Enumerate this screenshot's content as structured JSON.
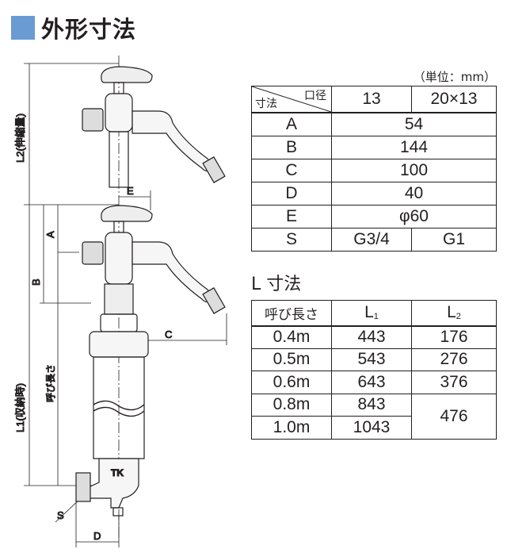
{
  "title": "外形寸法",
  "colors": {
    "title_square": "#6a9bd3"
  },
  "drawing": {
    "labels": {
      "l2": "L2(伸縮量)",
      "l1": "L1(収納時)",
      "a": "A",
      "b": "B",
      "c": "C",
      "d": "D",
      "e": "E",
      "s": "S",
      "nominal_length": "呼び長さ",
      "brand": "TK"
    }
  },
  "dimension_table": {
    "unit": "（単位：mm）",
    "header_corner_top": "口径",
    "header_corner_bottom": "寸法",
    "columns": [
      "13",
      "20×13"
    ],
    "rows": [
      {
        "label": "A",
        "value": "54"
      },
      {
        "label": "B",
        "value": "144"
      },
      {
        "label": "C",
        "value": "100"
      },
      {
        "label": "D",
        "value": "40"
      },
      {
        "label": "E",
        "value": "φ60"
      },
      {
        "label": "S",
        "values": [
          "G3/4",
          "G1"
        ]
      }
    ]
  },
  "l_table": {
    "title": "L 寸法",
    "headers": [
      "呼び長さ",
      "L",
      "1",
      "L",
      "2"
    ],
    "rows": [
      {
        "length": "0.4m",
        "l1": "443",
        "l2": "176"
      },
      {
        "length": "0.5m",
        "l1": "543",
        "l2": "276"
      },
      {
        "length": "0.6m",
        "l1": "643",
        "l2": "376"
      },
      {
        "length": "0.8m",
        "l1": "843",
        "l2": "476"
      },
      {
        "length": "1.0m",
        "l1": "1043"
      }
    ]
  }
}
